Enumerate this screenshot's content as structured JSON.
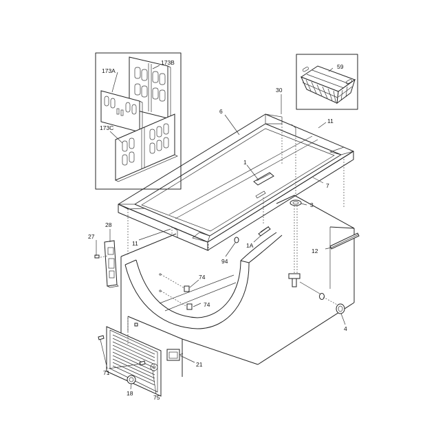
{
  "parts": {
    "p173a": "173A",
    "p173b": "173B",
    "p173c": "173C",
    "p59": "59",
    "p30": "30",
    "p6": "6",
    "p11_top": "11",
    "p1": "1",
    "p7": "7",
    "p3": "3",
    "p28": "28",
    "p27": "27",
    "p11_bottom": "11",
    "p1a": "1A",
    "p94": "94",
    "p12": "12",
    "p74_upper": "74",
    "p74_lower": "74",
    "p4": "4",
    "p21": "21",
    "p71": "71",
    "p18": "18",
    "p75": "75"
  }
}
